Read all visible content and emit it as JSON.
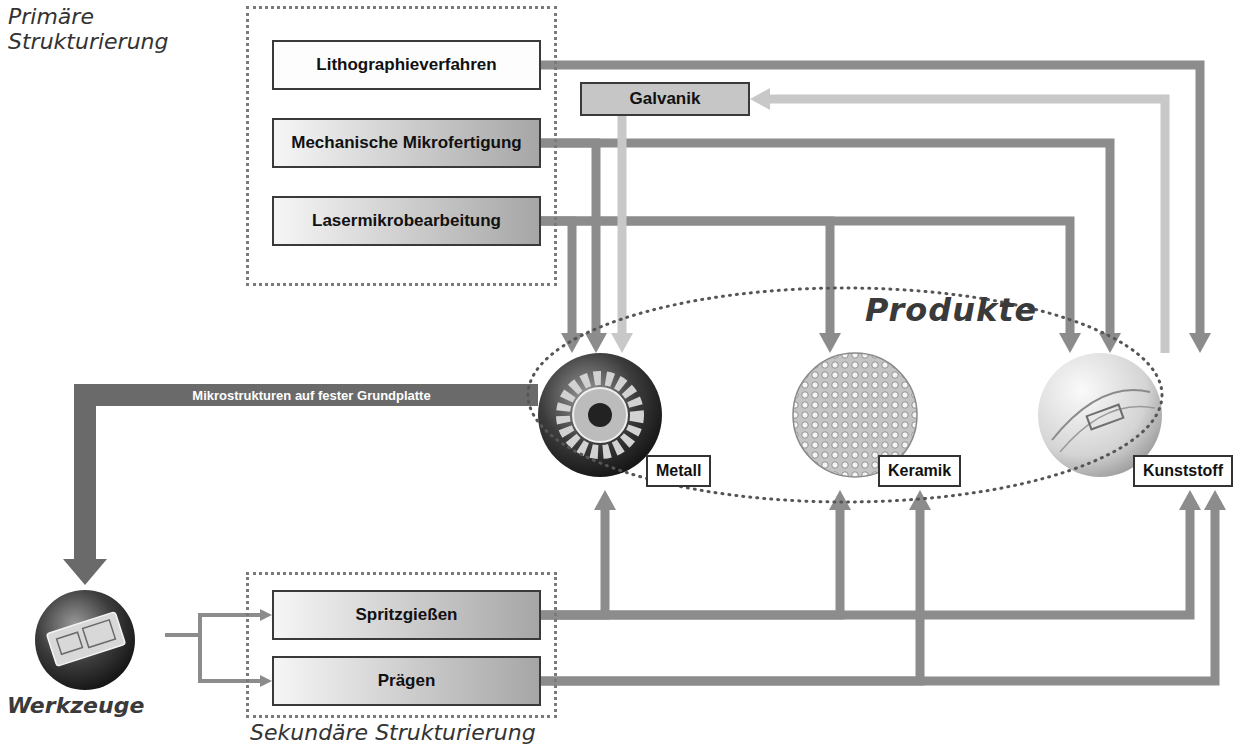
{
  "diagram": {
    "nodes": [
      {
        "text": [
          "Primäre Strukturierung"
        ]
      },
      {
        "text": [
          "Lithographieverfahren"
        ],
        "in": 0
      },
      {
        "text": [
          "Mechanische Mikrofertigung"
        ],
        "in": 0
      },
      {
        "text": [
          "Lasermikrobearbeitung"
        ],
        "in": 0
      },
      {
        "text": [
          "Galvanik"
        ]
      },
      {
        "text": [
          "Produkte"
        ]
      },
      {
        "text": [
          "Metall"
        ],
        "in": 5
      },
      {
        "text": [
          "Keramik"
        ],
        "in": 5
      },
      {
        "text": [
          "Kunststoff"
        ],
        "in": 5
      },
      {
        "text": [
          "Werkzeuge"
        ]
      },
      {
        "text": [
          "Sekundäre Strukturierung"
        ]
      },
      {
        "text": [
          "Spritzgießen"
        ],
        "in": 10
      },
      {
        "text": [
          "Prägen"
        ],
        "in": 10
      }
    ],
    "edges": [
      {
        "from": 1,
        "to": 8,
        "arrow": "to"
      },
      {
        "from": 2,
        "to": 6,
        "arrow": "to"
      },
      {
        "from": 2,
        "to": 8,
        "arrow": "to"
      },
      {
        "from": 3,
        "to": 6,
        "arrow": "to"
      },
      {
        "from": 3,
        "to": 7,
        "arrow": "to"
      },
      {
        "from": 3,
        "to": 8,
        "arrow": "to"
      },
      {
        "from": 8,
        "to": 4,
        "arrow": "to"
      },
      {
        "from": 4,
        "to": 6,
        "arrow": "to"
      },
      {
        "from": 6,
        "to": 9,
        "label": "Mikrostrukturen auf fester Grundplatte",
        "arrow": "to"
      },
      {
        "from": 9,
        "to": 11,
        "arrow": "to"
      },
      {
        "from": 9,
        "to": 12,
        "arrow": "to"
      },
      {
        "from": 11,
        "to": 6,
        "arrow": "to"
      },
      {
        "from": 11,
        "to": 7,
        "arrow": "to"
      },
      {
        "from": 11,
        "to": 8,
        "arrow": "to"
      },
      {
        "from": 12,
        "to": 7,
        "arrow": "to"
      },
      {
        "from": 12,
        "to": 8,
        "arrow": "to"
      }
    ]
  }
}
